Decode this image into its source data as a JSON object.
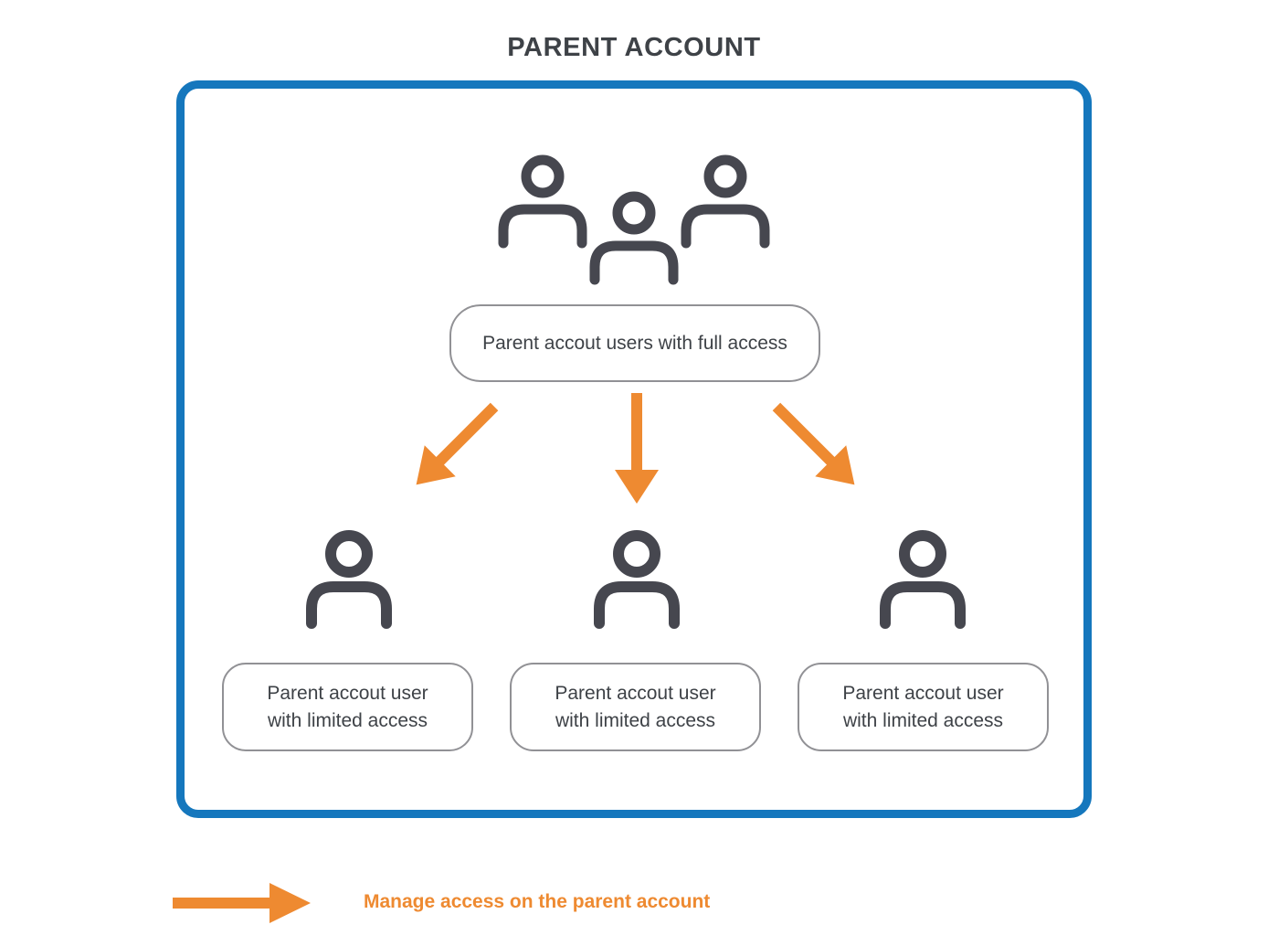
{
  "title": "PARENT ACCOUNT",
  "colors": {
    "accent_blue": "#1577BD",
    "accent_orange": "#EE8A31",
    "icon_gray": "#46474F",
    "text_dark": "#3E4247",
    "box_border_gray": "#919195"
  },
  "diagram": {
    "full_access_label": "Parent accout users with full access",
    "limited_access_boxes": [
      {
        "lines": [
          "Parent accout user",
          "with limited access"
        ]
      },
      {
        "lines": [
          "Parent accout user",
          "with limited access"
        ]
      },
      {
        "lines": [
          "Parent accout user",
          "with limited access"
        ]
      }
    ],
    "icons": {
      "top": "users-group-icon",
      "children": "user-icon",
      "connectors": "manage-access-arrow-icon"
    }
  },
  "legend": {
    "label": "Manage access on the parent account"
  }
}
